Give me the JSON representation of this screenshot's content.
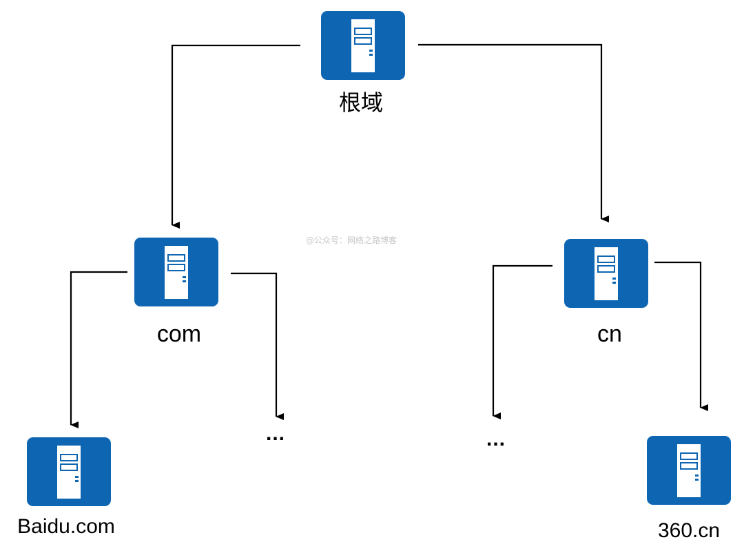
{
  "nodes": {
    "root": {
      "label": "根域"
    },
    "com": {
      "label": "com"
    },
    "cn": {
      "label": "cn"
    },
    "baidu": {
      "label": "Baidu.com"
    },
    "three60": {
      "label": "360.cn"
    }
  },
  "ellipsis": {
    "com_right": "...",
    "cn_left": "..."
  },
  "watermark": "@公众号：网络之路博客",
  "colors": {
    "server_tile": "#0e66b3",
    "server_body": "#ffffff",
    "connector": "#000000"
  },
  "icons": {
    "server": "server-icon"
  }
}
